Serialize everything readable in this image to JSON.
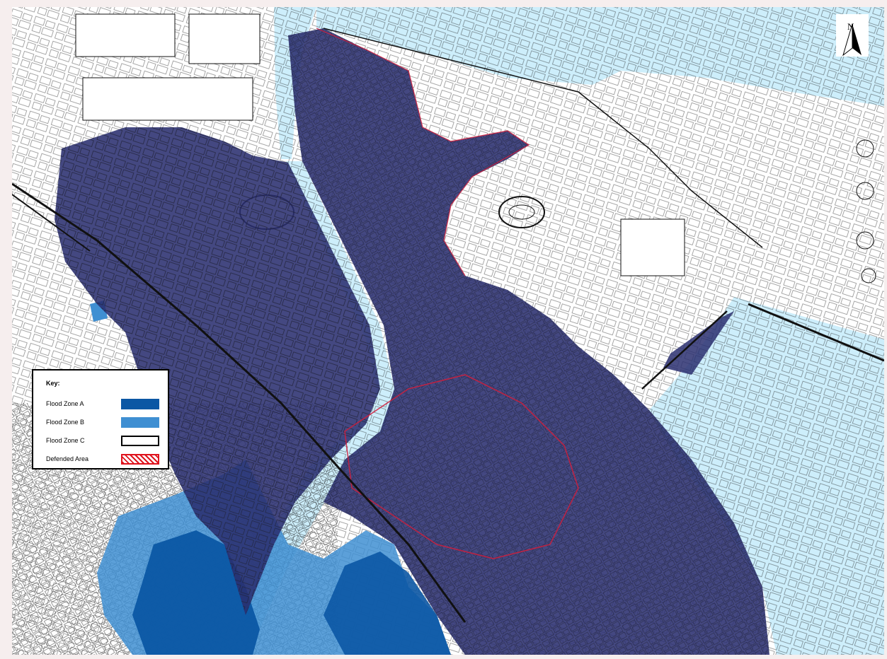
{
  "legend": {
    "title": "Key:",
    "items": [
      {
        "label": "Flood Zone A",
        "swatch": "solid",
        "color": "#0b57a4"
      },
      {
        "label": "Flood Zone B",
        "swatch": "solid",
        "color": "#3f8fd2"
      },
      {
        "label": "Flood Zone C",
        "swatch": "outline",
        "color": "#000000"
      },
      {
        "label": "Defended Area",
        "swatch": "hatch",
        "color": "#e0141e"
      }
    ]
  },
  "north_arrow": {
    "label": "N"
  },
  "colors": {
    "water": "#cdeefb",
    "flood_zone_a": "#0b57a4",
    "flood_zone_b": "#3f8fd2",
    "flood_overlay": "#2a2f70",
    "defended_outline": "#d01e3c",
    "base_map_lines": "#1a1a1a",
    "page_background": "#f6eeee"
  }
}
